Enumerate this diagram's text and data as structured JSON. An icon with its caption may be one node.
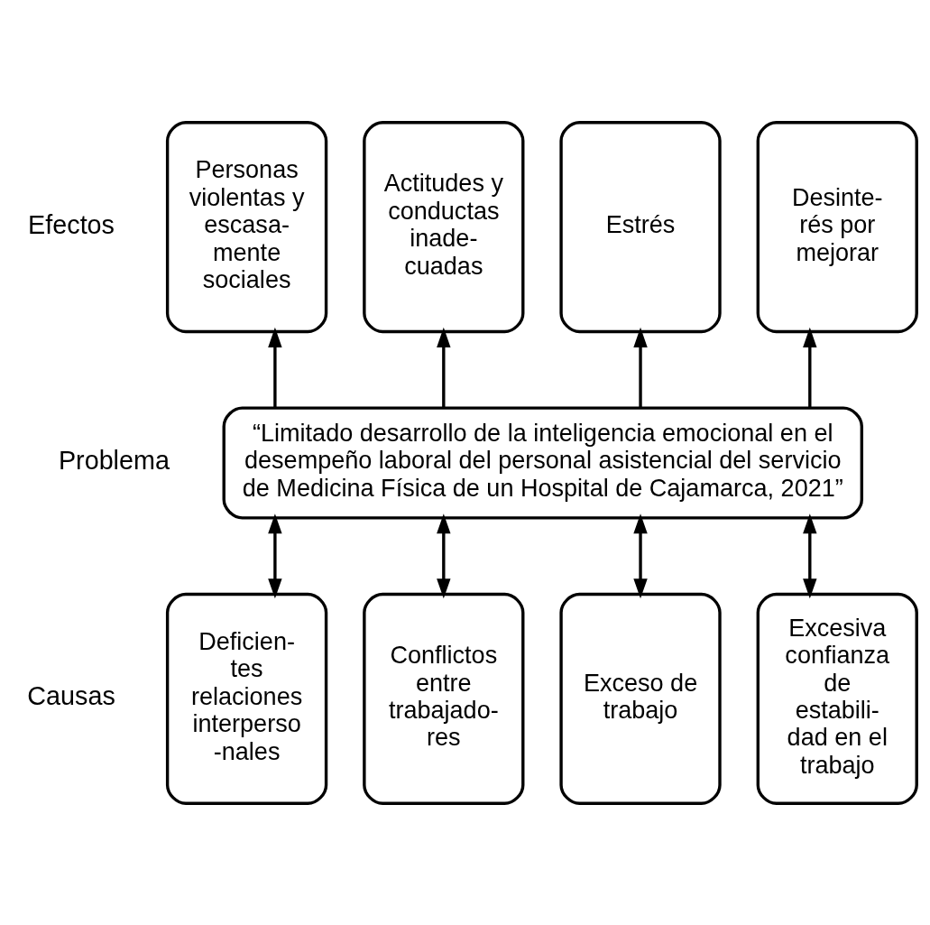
{
  "diagram": {
    "nodes": [
      {
        "text": [
          "Personas violentas y escasa- mente sociales"
        ]
      },
      {
        "text": [
          "Actitudes y conductas inade- cuadas"
        ]
      },
      {
        "text": [
          "Estrés"
        ]
      },
      {
        "text": [
          "Desinte- rés por mejorar"
        ]
      },
      {
        "text": [
          "“Limitado desarrollo de la inteligencia emocional en el desempeño laboral del personal asistencial del servicio de Medicina Física de un Hospital de Cajamarca, 2021”"
        ]
      },
      {
        "text": [
          "Deficien- tes relaciones interperso -nales"
        ]
      },
      {
        "text": [
          "Conflictos entre trabajado- res"
        ]
      },
      {
        "text": [
          "Exceso de trabajo"
        ]
      },
      {
        "text": [
          "Excesiva confianza de estabili- dad en el trabajo"
        ]
      }
    ],
    "edges": [
      {
        "from": 4,
        "to": 0,
        "arrow": "to"
      },
      {
        "from": 4,
        "to": 1,
        "arrow": "to"
      },
      {
        "from": 4,
        "to": 2,
        "arrow": "to"
      },
      {
        "from": 4,
        "to": 3,
        "arrow": "to"
      },
      {
        "from": 5,
        "to": 4,
        "arrow": "both"
      },
      {
        "from": 6,
        "to": 4,
        "arrow": "both"
      },
      {
        "from": 7,
        "to": 4,
        "arrow": "both"
      },
      {
        "from": 8,
        "to": 4,
        "arrow": "both"
      }
    ],
    "labels": [
      "Efectos",
      "Problema",
      "Causas"
    ]
  }
}
